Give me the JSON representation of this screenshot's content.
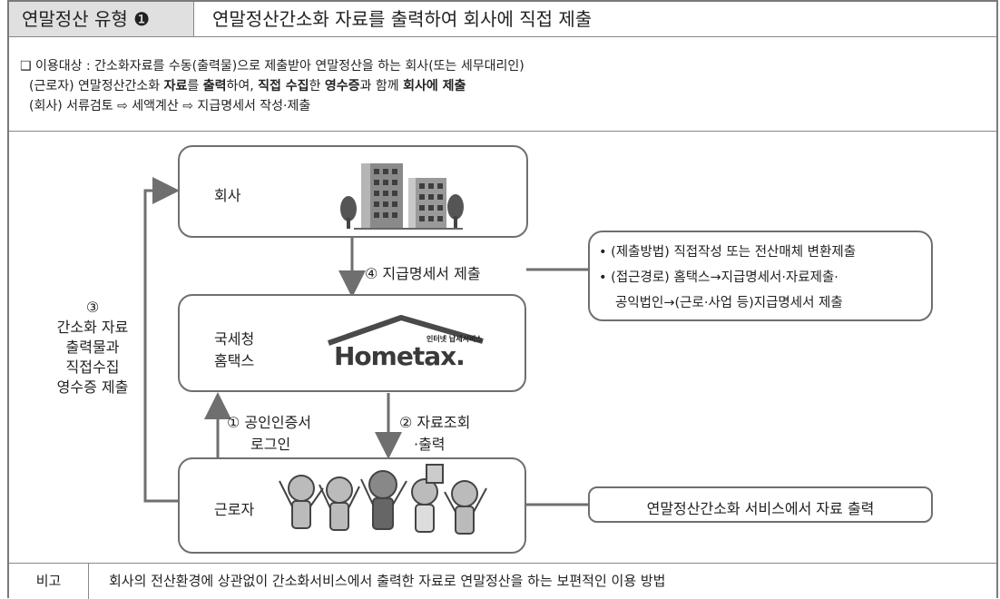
{
  "header": {
    "type_label": "연말정산 유형 ❶",
    "title": "연말정산간소화 자료를 출력하여 회사에 직접 제출"
  },
  "target": {
    "line1": "❑ 이용대상 : 간소화자료를 수동(출력물)으로 제출받아 연말정산을 하는 회사(또는 세무대리인)",
    "line2": {
      "p1": "(근로자) 연말정산간소화 ",
      "b1": "자료",
      "p2": "를 ",
      "b2": "출력",
      "p3": "하여, ",
      "b3": "직접 수집",
      "p4": "한 ",
      "b4": "영수증",
      "p5": "과 함께 ",
      "b5": "회사에 제출"
    },
    "line3": "(회사) 서류검토 ⇨ 세액계산 ⇨ 지급명세서 작성·제출"
  },
  "diagram": {
    "company": "회사",
    "nts_line1": "국세청",
    "nts_line2": "홈택스",
    "hometax_small": "인터넷 납세서비스",
    "hometax_logo": "Hometax.",
    "worker": "근로자",
    "step1_line1": "① 공인인증서",
    "step1_line2": "로그인",
    "step2_line1": "② 자료조회",
    "step2_line2": "·출력",
    "step3": [
      "③",
      "간소화 자료",
      "출력물과",
      "직접수집",
      "영수증 제출"
    ],
    "step4": "④ 지급명세서 제출",
    "note1_line1": "• (제출방법) 직접작성 또는 전산매체 변환제출",
    "note1_line2": "• (접근경로) 홈택스→지급명세서·자료제출·",
    "note1_line3": "공익법인→(근로·사업 등)지급명세서 제출",
    "note2": "연말정산간소화 서비스에서 자료 출력"
  },
  "footer": {
    "label": "비고",
    "text": "회사의 전산환경에 상관없이 간소화서비스에서 출력한 자료로 연말정산을 하는 보편적인 이용 방법"
  },
  "colors": {
    "header_bg": "#e0e0e0",
    "border": "#6f6f6f"
  }
}
